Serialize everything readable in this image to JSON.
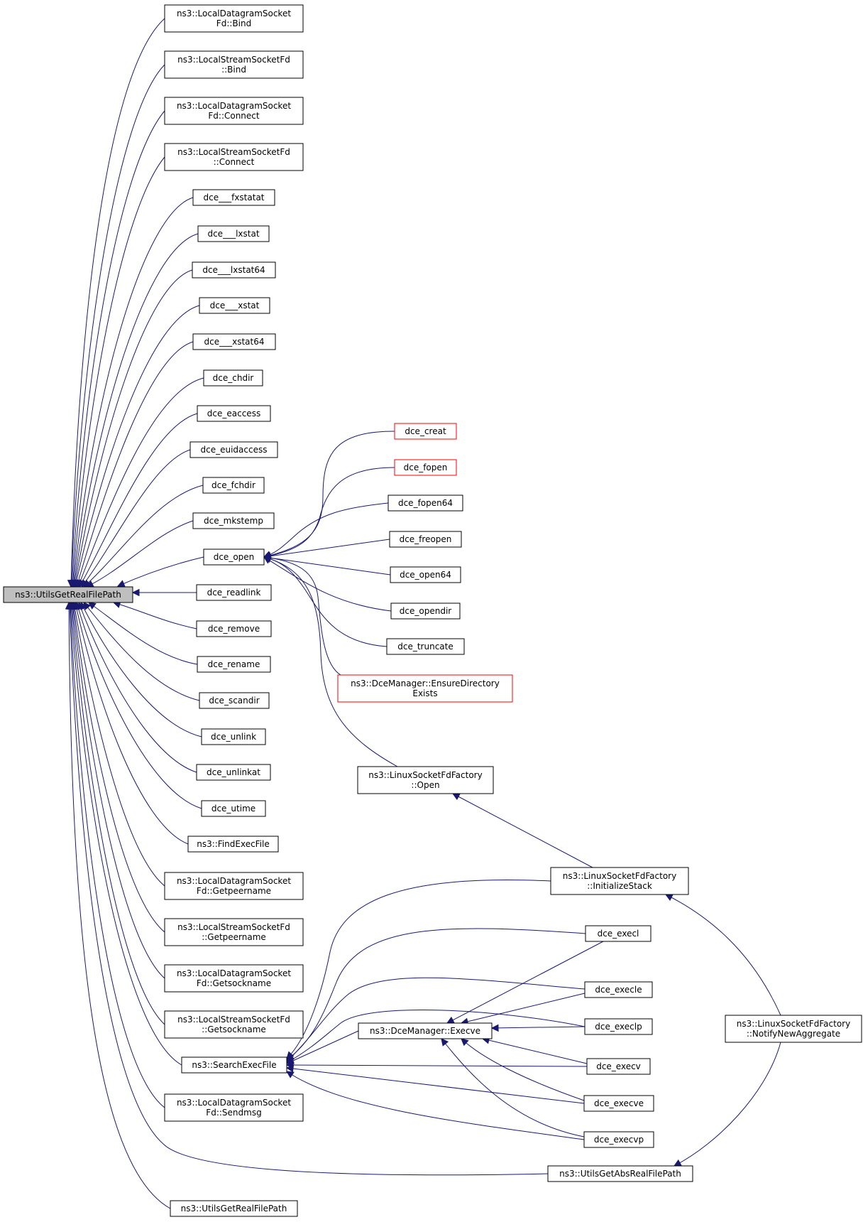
{
  "colors": {
    "edge": "#191970",
    "node_border": "#000000",
    "node_border_highlight": "#ff0000",
    "root_fill": "#bfbfbf"
  },
  "nodes": [
    {
      "id": "root",
      "lines": [
        "ns3::UtilsGetRealFilePath"
      ],
      "root": true
    },
    {
      "id": "n1",
      "lines": [
        "ns3::LocalDatagramSocket",
        "Fd::Bind"
      ]
    },
    {
      "id": "n2",
      "lines": [
        "ns3::LocalStreamSocketFd",
        "::Bind"
      ]
    },
    {
      "id": "n3",
      "lines": [
        "ns3::LocalDatagramSocket",
        "Fd::Connect"
      ]
    },
    {
      "id": "n4",
      "lines": [
        "ns3::LocalStreamSocketFd",
        "::Connect"
      ]
    },
    {
      "id": "n5",
      "lines": [
        "dce___fxstatat"
      ]
    },
    {
      "id": "n6",
      "lines": [
        "dce___lxstat"
      ]
    },
    {
      "id": "n7",
      "lines": [
        "dce___lxstat64"
      ]
    },
    {
      "id": "n8",
      "lines": [
        "dce___xstat"
      ]
    },
    {
      "id": "n9",
      "lines": [
        "dce___xstat64"
      ]
    },
    {
      "id": "n10",
      "lines": [
        "dce_chdir"
      ]
    },
    {
      "id": "n11",
      "lines": [
        "dce_eaccess"
      ]
    },
    {
      "id": "n12",
      "lines": [
        "dce_euidaccess"
      ]
    },
    {
      "id": "n13",
      "lines": [
        "dce_fchdir"
      ]
    },
    {
      "id": "n14",
      "lines": [
        "dce_mkstemp"
      ]
    },
    {
      "id": "open",
      "lines": [
        "dce_open"
      ]
    },
    {
      "id": "n16",
      "lines": [
        "dce_readlink"
      ]
    },
    {
      "id": "n17",
      "lines": [
        "dce_remove"
      ]
    },
    {
      "id": "n18",
      "lines": [
        "dce_rename"
      ]
    },
    {
      "id": "n19",
      "lines": [
        "dce_scandir"
      ]
    },
    {
      "id": "n20",
      "lines": [
        "dce_unlink"
      ]
    },
    {
      "id": "n21",
      "lines": [
        "dce_unlinkat"
      ]
    },
    {
      "id": "n22",
      "lines": [
        "dce_utime"
      ]
    },
    {
      "id": "n23",
      "lines": [
        "ns3::FindExecFile"
      ]
    },
    {
      "id": "n24",
      "lines": [
        "ns3::LocalDatagramSocket",
        "Fd::Getpeername"
      ]
    },
    {
      "id": "n25",
      "lines": [
        "ns3::LocalStreamSocketFd",
        "::Getpeername"
      ]
    },
    {
      "id": "n26",
      "lines": [
        "ns3::LocalDatagramSocket",
        "Fd::Getsockname"
      ]
    },
    {
      "id": "n27",
      "lines": [
        "ns3::LocalStreamSocketFd",
        "::Getsockname"
      ]
    },
    {
      "id": "search",
      "lines": [
        "ns3::SearchExecFile"
      ]
    },
    {
      "id": "n29",
      "lines": [
        "ns3::LocalDatagramSocket",
        "Fd::Sendmsg"
      ]
    },
    {
      "id": "n30",
      "lines": [
        "ns3::UtilsGetRealFilePath"
      ]
    },
    {
      "id": "creat",
      "lines": [
        "dce_creat"
      ],
      "highlight": true
    },
    {
      "id": "fopen",
      "lines": [
        "dce_fopen"
      ],
      "highlight": true
    },
    {
      "id": "fopen64",
      "lines": [
        "dce_fopen64"
      ]
    },
    {
      "id": "freopen",
      "lines": [
        "dce_freopen"
      ]
    },
    {
      "id": "open64",
      "lines": [
        "dce_open64"
      ]
    },
    {
      "id": "opendir",
      "lines": [
        "dce_opendir"
      ]
    },
    {
      "id": "truncate",
      "lines": [
        "dce_truncate"
      ]
    },
    {
      "id": "ensure",
      "lines": [
        "ns3::DceManager::EnsureDirectory",
        "Exists"
      ],
      "highlight": true
    },
    {
      "id": "lsopen",
      "lines": [
        "ns3::LinuxSocketFdFactory",
        "::Open"
      ]
    },
    {
      "id": "execve_m",
      "lines": [
        "ns3::DceManager::Execve"
      ]
    },
    {
      "id": "absreal",
      "lines": [
        "ns3::UtilsGetAbsRealFilePath"
      ]
    },
    {
      "id": "initstack",
      "lines": [
        "ns3::LinuxSocketFdFactory",
        "::InitializeStack"
      ]
    },
    {
      "id": "execl",
      "lines": [
        "dce_execl"
      ]
    },
    {
      "id": "execle",
      "lines": [
        "dce_execle"
      ]
    },
    {
      "id": "execlp",
      "lines": [
        "dce_execlp"
      ]
    },
    {
      "id": "execv",
      "lines": [
        "dce_execv"
      ]
    },
    {
      "id": "execve",
      "lines": [
        "dce_execve"
      ]
    },
    {
      "id": "execvp",
      "lines": [
        "dce_execvp"
      ]
    },
    {
      "id": "notify",
      "lines": [
        "ns3::LinuxSocketFdFactory",
        "::NotifyNewAggregate"
      ]
    }
  ]
}
